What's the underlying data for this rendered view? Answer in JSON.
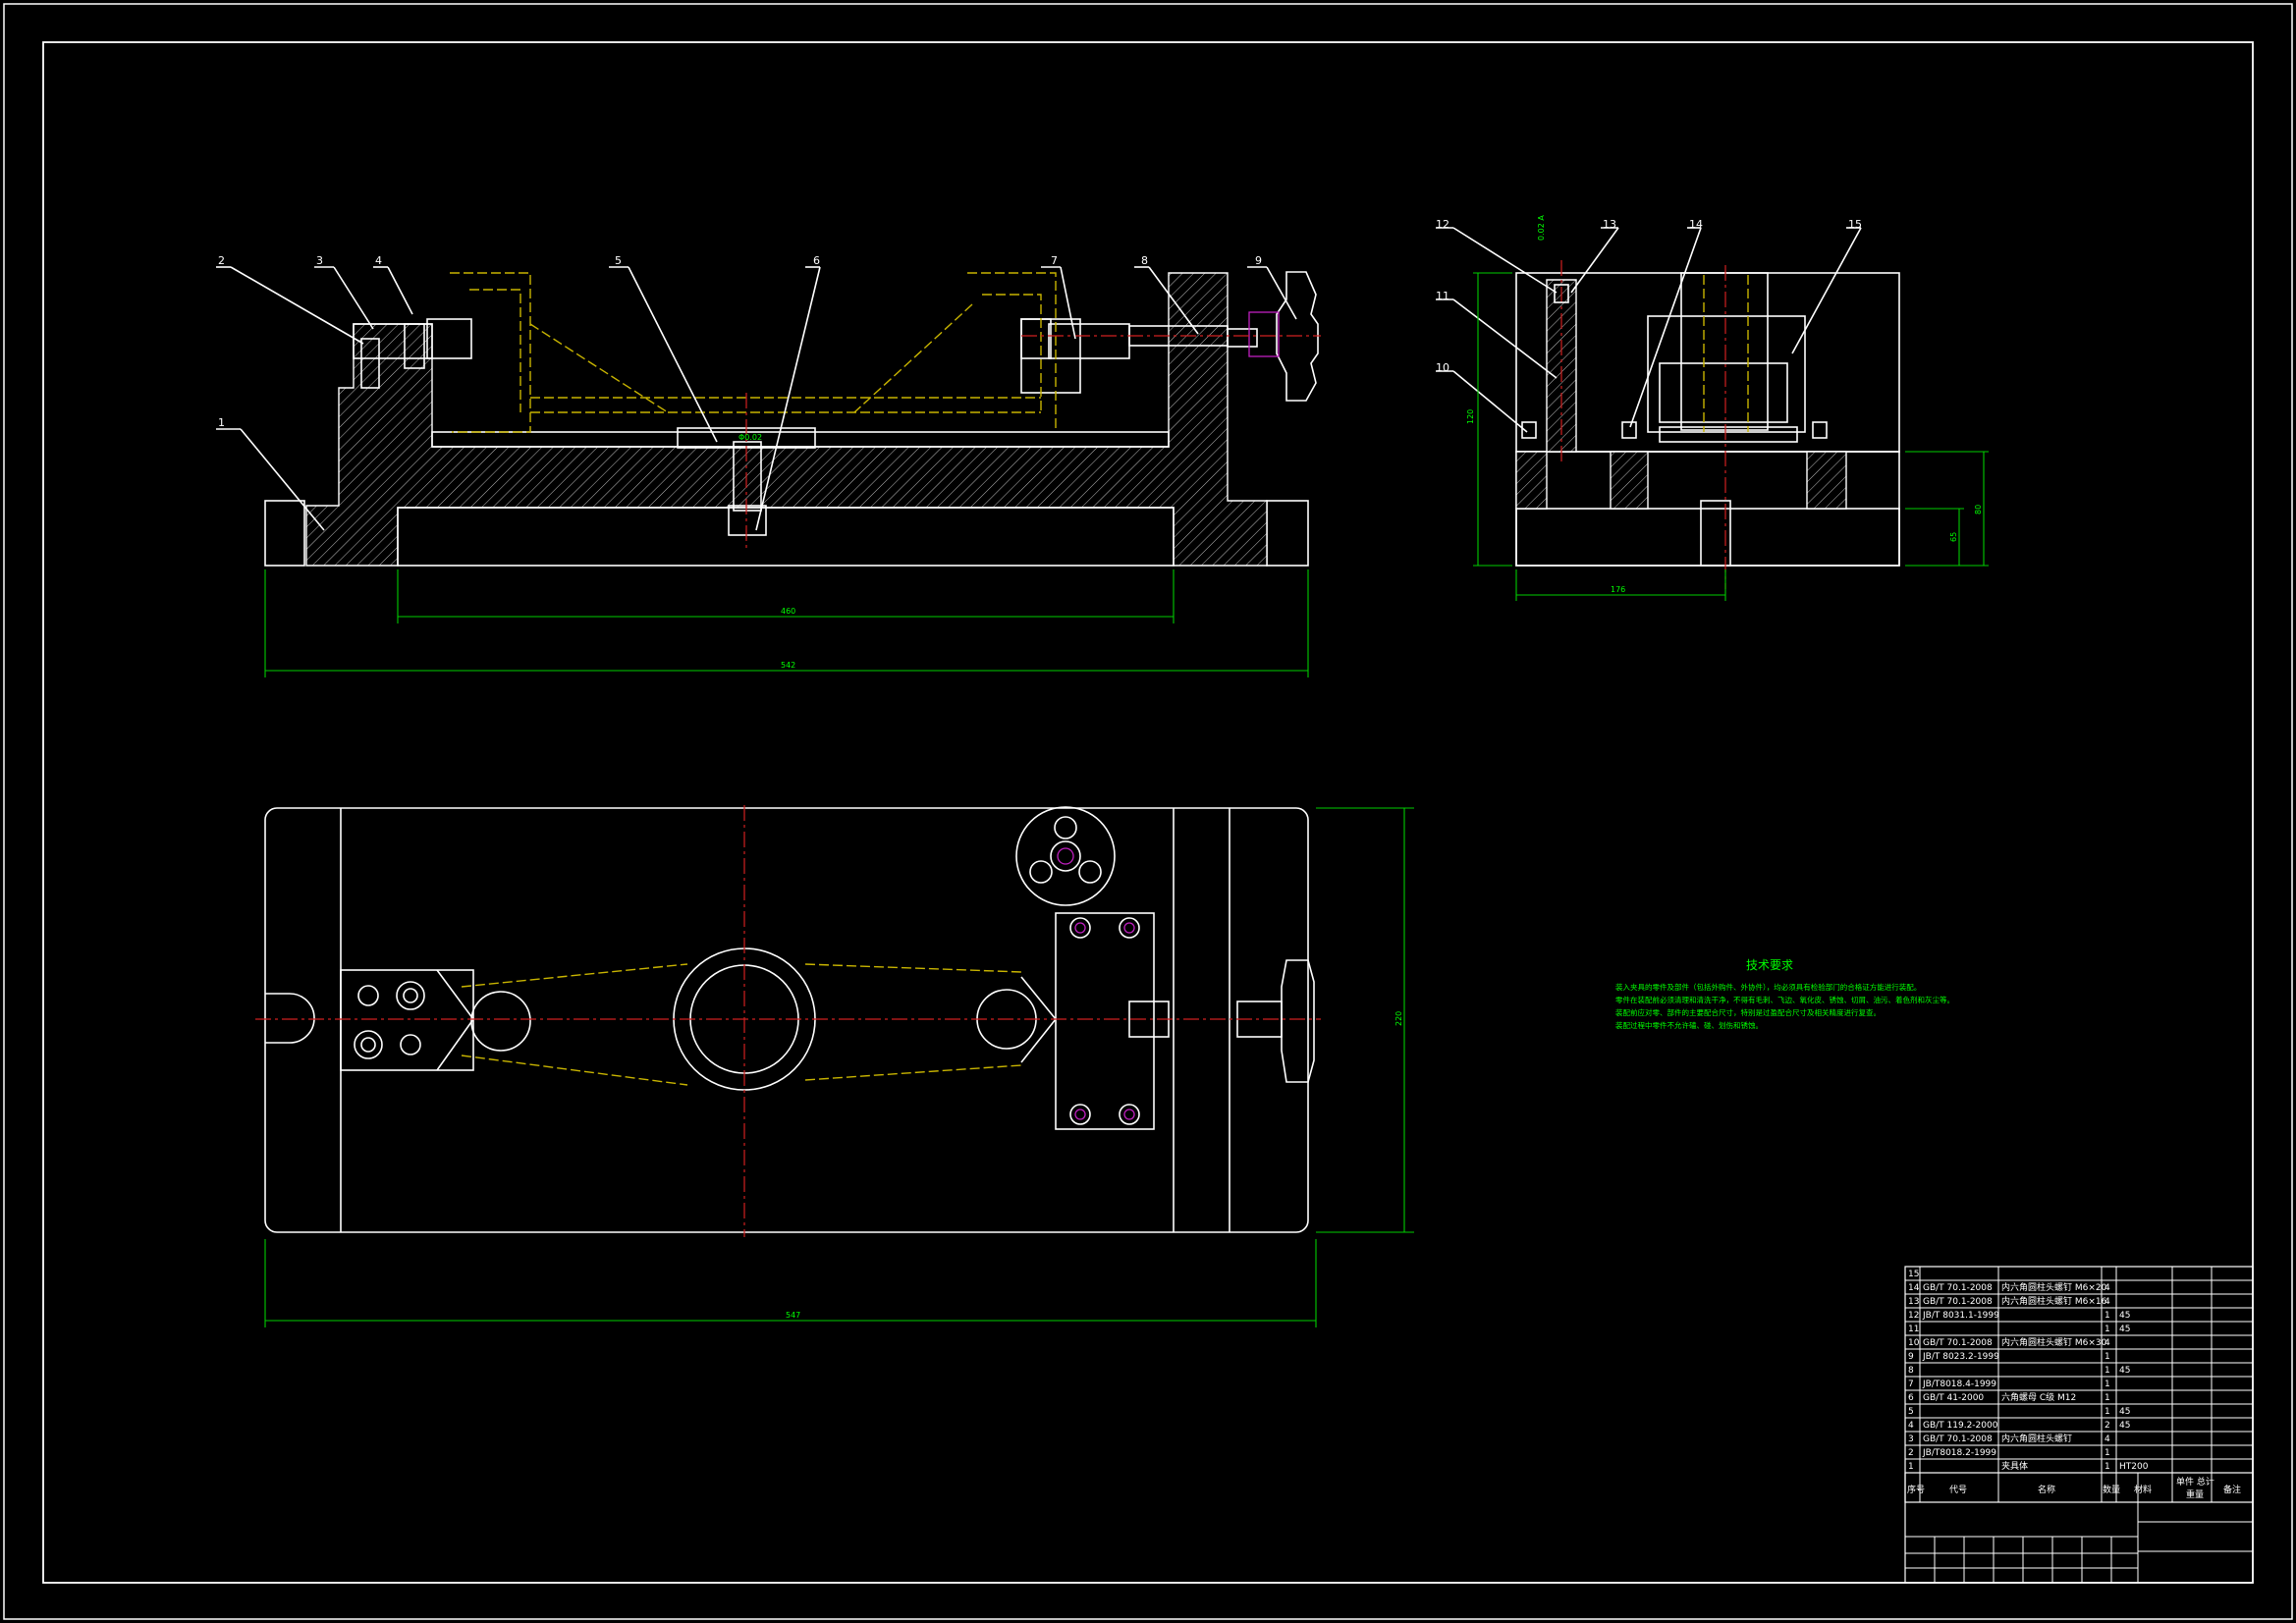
{
  "views": {
    "front": {
      "balloons": [
        "1",
        "2",
        "3",
        "4",
        "5",
        "6",
        "7",
        "8",
        "9"
      ],
      "dim_inner": "460",
      "dim_overall": "542",
      "center_mark": "Φ0.02"
    },
    "side": {
      "balloons": [
        "10",
        "11",
        "12",
        "13",
        "14",
        "15"
      ],
      "dim_width": "176",
      "dim_height_left": "120",
      "dim_height_right_1": "65",
      "dim_height_right_2": "80",
      "tolerance_label": "0.02 A"
    },
    "top": {
      "dim_overall": "547",
      "dim_height": "220"
    }
  },
  "tech_requirements": {
    "title": "技术要求",
    "lines": [
      "装入夹具的零件及部件（包括外购件、外协件），均必须具有检验部门的合格证方能进行装配。",
      "零件在装配前必须清理和清洗干净，不得有毛刺、飞边、氧化皮、锈蚀、切屑、油污、着色剂和灰尘等。",
      "装配前应对零、部件的主要配合尺寸，特别是过盈配合尺寸及相关精度进行复查。",
      "装配过程中零件不允许磕、碰、划伤和锈蚀。"
    ]
  },
  "bom": {
    "rows": [
      {
        "no": "15",
        "code": "",
        "name": "",
        "qty": "",
        "material": "",
        "note": ""
      },
      {
        "no": "14",
        "code": "GB/T 70.1-2008",
        "name": "内六角圆柱头螺钉 M6×20",
        "qty": "4",
        "material": "",
        "note": ""
      },
      {
        "no": "13",
        "code": "GB/T 70.1-2008",
        "name": "内六角圆柱头螺钉 M6×16",
        "qty": "4",
        "material": "",
        "note": ""
      },
      {
        "no": "12",
        "code": "JB/T 8031.1-1999",
        "name": "",
        "qty": "1",
        "material": "45",
        "note": ""
      },
      {
        "no": "11",
        "code": "",
        "name": "",
        "qty": "1",
        "material": "45",
        "note": ""
      },
      {
        "no": "10",
        "code": "GB/T 70.1-2008",
        "name": "内六角圆柱头螺钉 M6×30",
        "qty": "4",
        "material": "",
        "note": ""
      },
      {
        "no": "9",
        "code": "JB/T 8023.2-1999",
        "name": "",
        "qty": "1",
        "material": "",
        "note": ""
      },
      {
        "no": "8",
        "code": "",
        "name": "",
        "qty": "1",
        "material": "45",
        "note": ""
      },
      {
        "no": "7",
        "code": "JB/T8018.4-1999",
        "name": "",
        "qty": "1",
        "material": "",
        "note": ""
      },
      {
        "no": "6",
        "code": "GB/T 41-2000",
        "name": "六角螺母 C级 M12",
        "qty": "1",
        "material": "",
        "note": ""
      },
      {
        "no": "5",
        "code": "",
        "name": "",
        "qty": "1",
        "material": "45",
        "note": ""
      },
      {
        "no": "4",
        "code": "GB/T 119.2-2000",
        "name": "",
        "qty": "2",
        "material": "45",
        "note": ""
      },
      {
        "no": "3",
        "code": "GB/T 70.1-2008",
        "name": "内六角圆柱头螺钉",
        "qty": "4",
        "material": "",
        "note": ""
      },
      {
        "no": "2",
        "code": "JB/T8018.2-1999",
        "name": "",
        "qty": "1",
        "material": "",
        "note": ""
      },
      {
        "no": "1",
        "code": "",
        "name": "夹具体",
        "qty": "1",
        "material": "HT200",
        "note": ""
      }
    ],
    "headers": {
      "no": "序号",
      "code": "代号",
      "name": "名称",
      "qty": "数量",
      "material": "材料",
      "weight": "单件 总计",
      "weight_sub": "重量",
      "note": "备注"
    }
  },
  "colors": {
    "background": "#000000",
    "outline": "#ffffff",
    "hidden_line": "#c8b400",
    "center_line": "#d02020",
    "dimension": "#00cc00",
    "text_notes": "#00ff00"
  }
}
